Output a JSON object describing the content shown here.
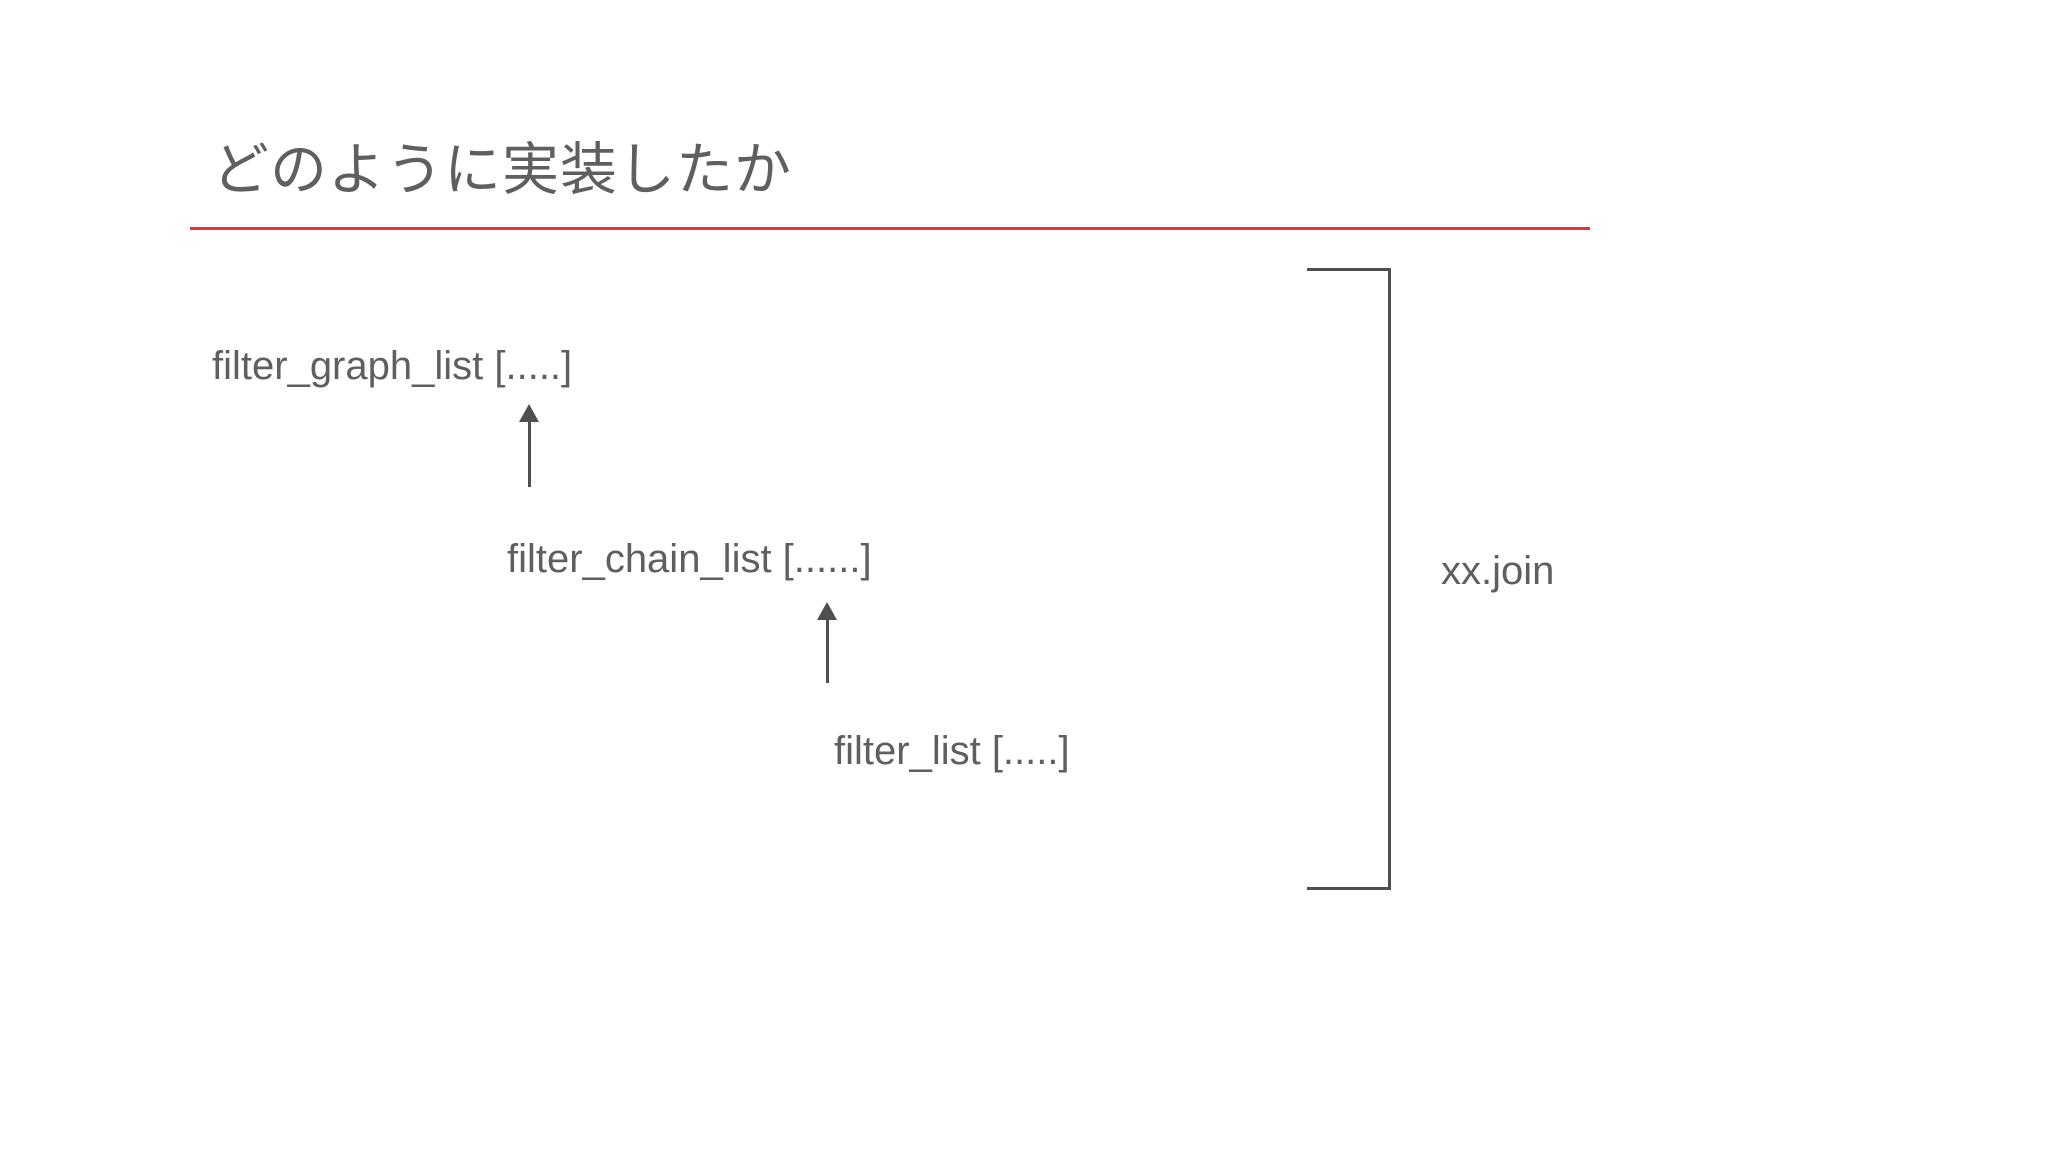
{
  "slide": {
    "title": "どのように実装したか",
    "colors": {
      "background": "#ffffff",
      "accent_line": "#e5343a",
      "text": "#5f5f5f",
      "shape": "#4f4f4f"
    }
  },
  "diagram": {
    "nodes": [
      {
        "id": "filter_graph_list",
        "label": "filter_graph_list [.....]"
      },
      {
        "id": "filter_chain_list",
        "label": "filter_chain_list [......]"
      },
      {
        "id": "filter_list",
        "label": "filter_list [.....]"
      }
    ],
    "arrows": [
      {
        "from": "filter_chain_list",
        "to": "filter_graph_list",
        "direction": "up"
      },
      {
        "from": "filter_list",
        "to": "filter_chain_list",
        "direction": "up"
      }
    ],
    "bracket_label": "xx.join"
  }
}
